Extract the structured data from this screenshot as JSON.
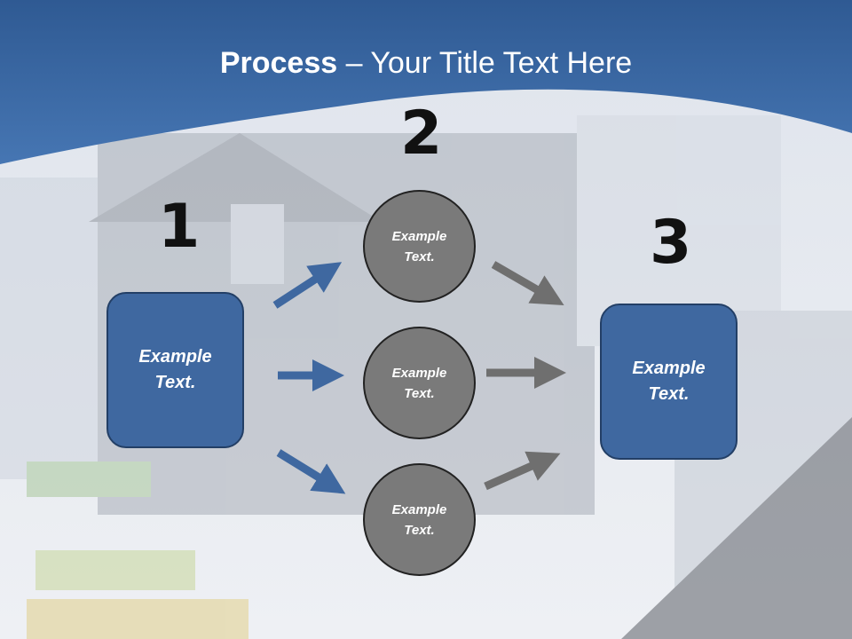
{
  "title": {
    "bold": "Process",
    "rest": " – Your Title Text Here"
  },
  "numbers": [
    "1",
    "2",
    "3"
  ],
  "left_box": {
    "line1": "Example",
    "line2": "Text."
  },
  "right_box": {
    "line1": "Example",
    "line2": "Text."
  },
  "circles": [
    {
      "line1": "Example",
      "line2": "Text."
    },
    {
      "line1": "Example",
      "line2": "Text."
    },
    {
      "line1": "Example",
      "line2": "Text."
    }
  ],
  "colors": {
    "accent_blue": "#3f68a0",
    "header_blue": "#3a68a6",
    "circle_gray": "#7a7a7a",
    "arrow_gray": "#6f6f6f"
  }
}
